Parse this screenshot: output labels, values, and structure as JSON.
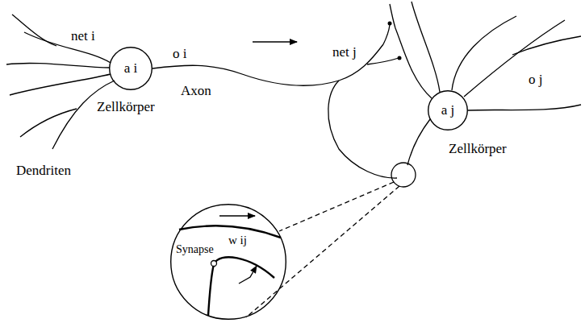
{
  "diagram": {
    "nodes": [
      {
        "text": [
          "a i"
        ]
      },
      {
        "text": [
          "a j"
        ]
      },
      {
        "text": [
          "w ij",
          "Synapse"
        ]
      }
    ],
    "labels": [
      "net i",
      "o i",
      "Axon",
      "Zellkörper",
      "Dendriten",
      "net j",
      "o j",
      "Zellkörper"
    ]
  }
}
